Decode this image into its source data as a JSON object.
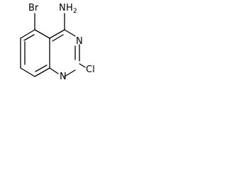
{
  "molecule": {
    "atoms": {
      "bromine": "Br",
      "amine_n": "N",
      "amine_h": "H",
      "amine_h_count": "2",
      "ring_n_upper": "N",
      "ring_n_lower": "N",
      "chlorine": "Cl"
    }
  }
}
